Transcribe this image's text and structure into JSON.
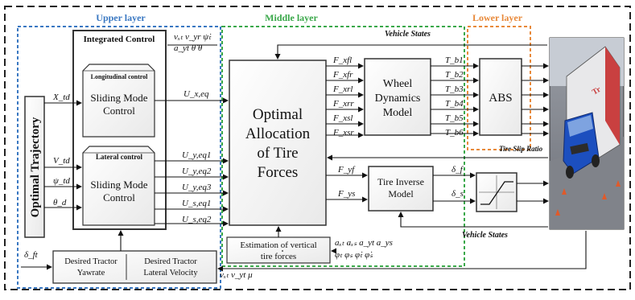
{
  "layers": {
    "upper": {
      "title": "Upper layer",
      "color": "#3a78c2"
    },
    "middle": {
      "title": "Middle layer",
      "color": "#3aa84a"
    },
    "lower": {
      "title": "Lower layer",
      "color": "#e8893a"
    }
  },
  "blocks": {
    "optimal_trajectory": "Optimal Trajectory",
    "integrated_control": "Integrated Control",
    "longitudinal_control": "Longitudinal control",
    "sliding_mode_1_line1": "Sliding Mode",
    "sliding_mode_1_line2": "Control",
    "lateral_control": "Lateral control",
    "sliding_mode_2_line1": "Sliding Mode",
    "sliding_mode_2_line2": "Control",
    "optimal_alloc_line1": "Optimal",
    "optimal_alloc_line2": "Allocation",
    "optimal_alloc_line3": "of Tire",
    "optimal_alloc_line4": "Forces",
    "wheel_dyn_line1": "Wheel",
    "wheel_dyn_line2": "Dynamics",
    "wheel_dyn_line3": "Model",
    "abs": "ABS",
    "tire_inverse_line1": "Tire Inverse",
    "tire_inverse_line2": "Model",
    "est_vertical_line1": "Estimation of vertical",
    "est_vertical_line2": "tire forces",
    "desired_yaw_line1": "Desired Tractor",
    "desired_yaw_line2": "Yawrate",
    "desired_lat_line1": "Desired Tractor",
    "desired_lat_line2": "Lateral Velocity"
  },
  "labels": {
    "states_top_line1": "vₓₜ  v_yr  ψ̇ₜ",
    "states_top_line2": "a_yt  θ̇  θ",
    "vehicle_states_top": "Vehicle States",
    "vehicle_states_bottom": "Vehicle States",
    "tire_slip_ratio": "Tire Slip Ratio",
    "x_td": "X_td",
    "v_td": "V_td",
    "psi_td": "ψ_td",
    "theta_d": "θ_d",
    "delta_ft": "δ_ft",
    "u_x_eq": "U_x,eq",
    "u_y_eq1": "U_y,eq1",
    "u_y_eq2": "U_y,eq2",
    "u_y_eq3": "U_y,eq3",
    "u_s_eq1": "U_s,eq1",
    "u_s_eq2": "U_s,eq2",
    "f_xfl": "F_xfl",
    "f_xfr": "F_xfr",
    "f_xrl": "F_xrl",
    "f_xrr": "F_xrr",
    "f_xsl": "F_xsl",
    "f_xsr": "F_xsr",
    "t_b1": "T_b1",
    "t_b2": "T_b2",
    "t_b3": "T_b3",
    "t_b4": "T_b4",
    "t_b5": "T_b5",
    "t_b6": "T_b6",
    "f_yf": "F_yf",
    "f_ys": "F_ys",
    "delta_f": "δ_f",
    "delta_s": "δ_s",
    "est_inputs_line1": "aₓₜ aₓₛ a_yt a_ys",
    "est_inputs_line2": "φₜ φₛ φ̇ₜ φ̇ₛ",
    "bottom_states": "vₓₜ  v_yt  μ"
  }
}
